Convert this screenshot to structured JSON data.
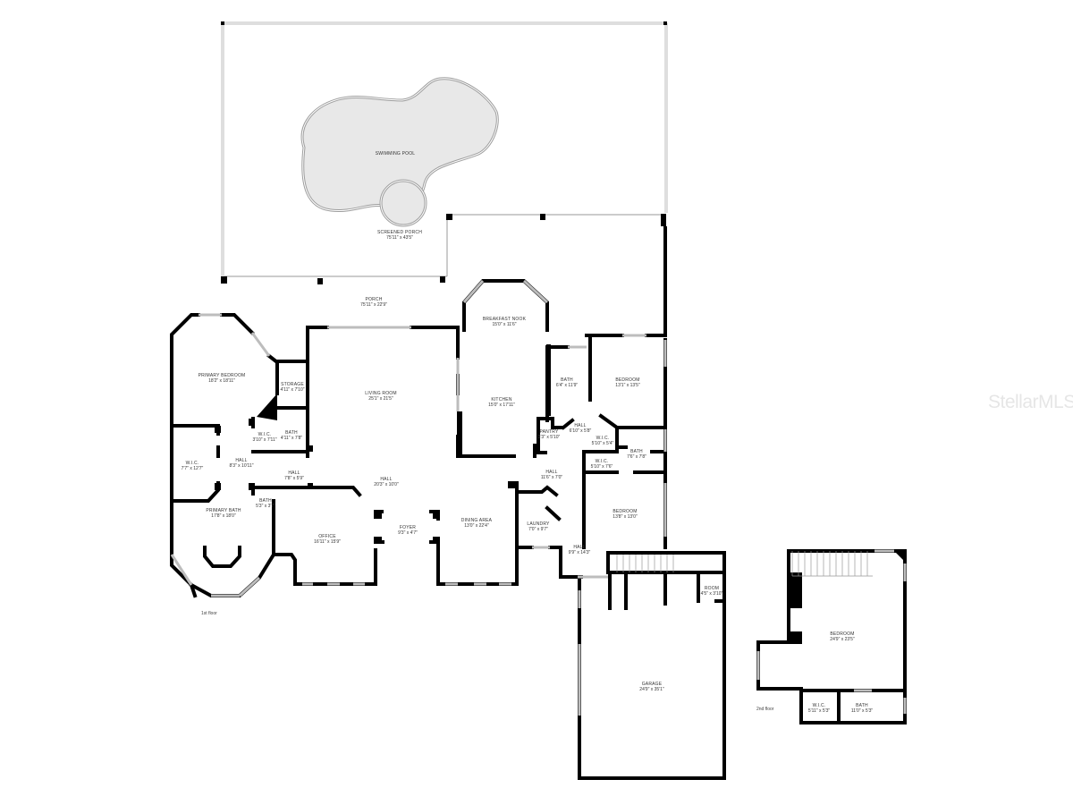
{
  "watermark": "StellarMLS",
  "floors": {
    "first_floor_label": "1st floor",
    "second_floor_label": "2nd floor"
  },
  "rooms": {
    "swimming_pool": {
      "name": "SWIMMING POOL",
      "dims": ""
    },
    "screened_porch": {
      "name": "SCREENED PORCH",
      "dims": "75'11\" x 43'5\""
    },
    "porch": {
      "name": "PORCH",
      "dims": "75'11\" x 22'9\""
    },
    "primary_bedroom": {
      "name": "PRIMARY BEDROOM",
      "dims": "18'2\" x 18'11\""
    },
    "storage": {
      "name": "STORAGE",
      "dims": "4'11\" x 7'10\""
    },
    "living_room": {
      "name": "LIVING ROOM",
      "dims": "25'1\" x 21'5\""
    },
    "breakfast_nook": {
      "name": "BREAKFAST NOOK",
      "dims": "15'0\" x 11'6\""
    },
    "kitchen": {
      "name": "KITCHEN",
      "dims": "15'0\" x 17'11\""
    },
    "bath_kitchen_side": {
      "name": "BATH",
      "dims": "6'4\" x 11'9\""
    },
    "bedroom_ne": {
      "name": "BEDROOM",
      "dims": "13'1\" x 13'5\""
    },
    "wic_small": {
      "name": "W.I.C.",
      "dims": "3'10\" x 7'11\""
    },
    "bath_primary_hall": {
      "name": "BATH",
      "dims": "4'11\" x 7'8\""
    },
    "pantry": {
      "name": "PANTRY",
      "dims": "3'3\" x 5'10\""
    },
    "hall_east": {
      "name": "HALL",
      "dims": "6'10\" x 5'8\""
    },
    "wic_east_1": {
      "name": "W.I.C.",
      "dims": "5'10\" x 5'4\""
    },
    "wic_east_2": {
      "name": "W.I.C.",
      "dims": "5'10\" x 7'6\""
    },
    "bath_east": {
      "name": "BATH",
      "dims": "7'6\" x 7'8\""
    },
    "wic_primary": {
      "name": "W.I.C.",
      "dims": "7'7\" x 12'7\""
    },
    "hall_primary": {
      "name": "HALL",
      "dims": "8'3\" x 10'11\""
    },
    "hall_small": {
      "name": "HALL",
      "dims": "7'8\" x 5'9\""
    },
    "hall_central": {
      "name": "HALL",
      "dims": "20'3\" x 10'0\""
    },
    "hall_kitchen": {
      "name": "HALL",
      "dims": "11'6\" x 7'0\""
    },
    "bath_half": {
      "name": "BATH",
      "dims": "5'3\" x 3'7\""
    },
    "primary_bath": {
      "name": "PRIMARY BATH",
      "dims": "17'8\" x 18'0\""
    },
    "office": {
      "name": "OFFICE",
      "dims": "16'11\" x 15'9\""
    },
    "foyer": {
      "name": "FOYER",
      "dims": "9'3\" x 4'7\""
    },
    "dining_area": {
      "name": "DINING AREA",
      "dims": "13'0\" x 22'4\""
    },
    "laundry": {
      "name": "LAUNDRY",
      "dims": "7'0\" x 9'7\""
    },
    "bedroom_se": {
      "name": "BEDROOM",
      "dims": "13'8\" x 13'0\""
    },
    "hall_garage": {
      "name": "HALL",
      "dims": "9'9\" x 14'3\""
    },
    "room_small": {
      "name": "ROOM",
      "dims": "4'5\" x 3'10\""
    },
    "garage": {
      "name": "GARAGE",
      "dims": "24'9\" x 35'1\""
    },
    "bedroom_2nd": {
      "name": "BEDROOM",
      "dims": "24'9\" x 23'5\""
    },
    "wic_2nd": {
      "name": "W.I.C.",
      "dims": "5'11\" x 5'3\""
    },
    "bath_2nd": {
      "name": "BATH",
      "dims": "11'0\" x 5'3\""
    }
  }
}
